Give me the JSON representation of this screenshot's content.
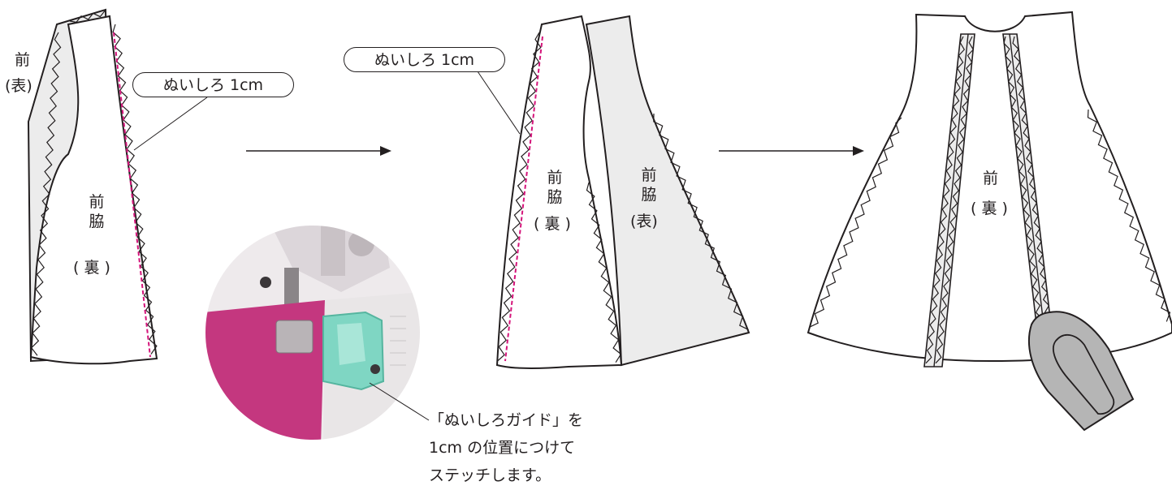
{
  "steps": [
    {
      "labels": {
        "front": "前",
        "front_side": "(表)",
        "piece": "前脇",
        "piece_side": "( 裏 )"
      },
      "callout": "ぬいしろ 1cm"
    },
    {
      "labels": {
        "left_piece": "前脇",
        "left_side": "( 裏 )",
        "right_piece": "前脇",
        "right_side": "(表)"
      },
      "callout": "ぬいしろ 1cm"
    },
    {
      "labels": {
        "piece": "前",
        "piece_side": "( 裏 )"
      }
    }
  ],
  "photo_caption": {
    "line1": "「ぬいしろガイド」を",
    "line2": "1cm の位置につけて",
    "line3": "ステッチします。"
  },
  "colors": {
    "stitch_line": "#d4147a",
    "fabric_pink": "#c4377f",
    "guide_mint": "#7fd6c3",
    "lining_gray": "#ececec",
    "iron_gray": "#b5b5b5",
    "line": "#231f20"
  },
  "icons": [
    "arrow-right-icon",
    "arrow-right-icon",
    "iron-icon"
  ]
}
